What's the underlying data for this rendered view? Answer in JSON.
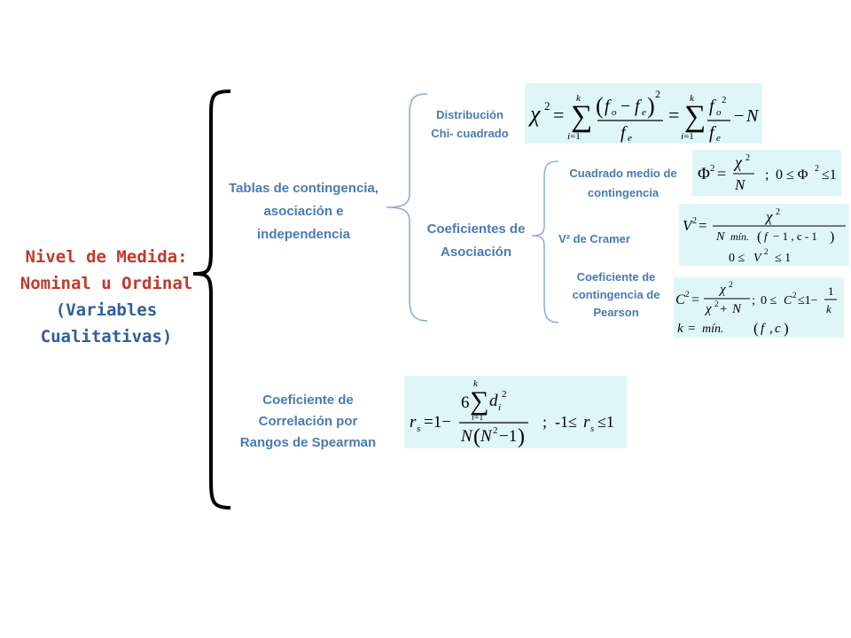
{
  "title": {
    "line1": "Nivel de Medida:",
    "line2": "Nominal u Ordinal",
    "line3": "(Variables Cualitativas)"
  },
  "branches": {
    "tablas": {
      "line1": "Tablas de contingencia,",
      "line2": "asociación e",
      "line3": "independencia"
    },
    "spearman": {
      "line1": "Coeficiente de",
      "line2": "Correlación por",
      "line3": "Rangos de Spearman"
    }
  },
  "sub_branches": {
    "chi": {
      "line1": "Distribución",
      "line2": "Chi- cuadrado"
    },
    "coef": {
      "line1": "Coeficientes de",
      "line2": "Asociación"
    }
  },
  "leaves": {
    "cuadrado": {
      "line1": "Cuadrado medio de",
      "line2": "contingencia"
    },
    "cramer": {
      "label": "V² de Cramer"
    },
    "pearson": {
      "line1": "Coeficiente de",
      "line2": "contingencia de",
      "line3": "Pearson"
    }
  },
  "colors": {
    "label": "#4a7ab5",
    "title_red": "#c0392b",
    "title_blue": "#2e5f9b",
    "formula_bg": "#dff6f6"
  }
}
